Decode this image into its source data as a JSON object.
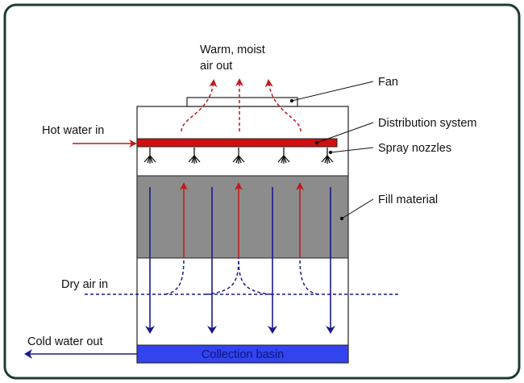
{
  "labels": {
    "warm_air_line1": "Warm, moist",
    "warm_air_line2": "air out",
    "fan": "Fan",
    "hot_water_in": "Hot water in",
    "distribution_system": "Distribution system",
    "spray_nozzles": "Spray nozzles",
    "fill_material": "Fill material",
    "dry_air_in": "Dry air in",
    "cold_water_out": "Cold water out",
    "collection_basin": "Collection basin"
  },
  "colors": {
    "frame_border": "#1f3d2f",
    "hot_water": "#d01010",
    "warm_air": "#c01818",
    "cold_water": "#1a1a8c",
    "dry_air": "#1a1a8c",
    "fill": "#8c8c8c",
    "basin": "#3344ee",
    "outline": "#222222"
  }
}
